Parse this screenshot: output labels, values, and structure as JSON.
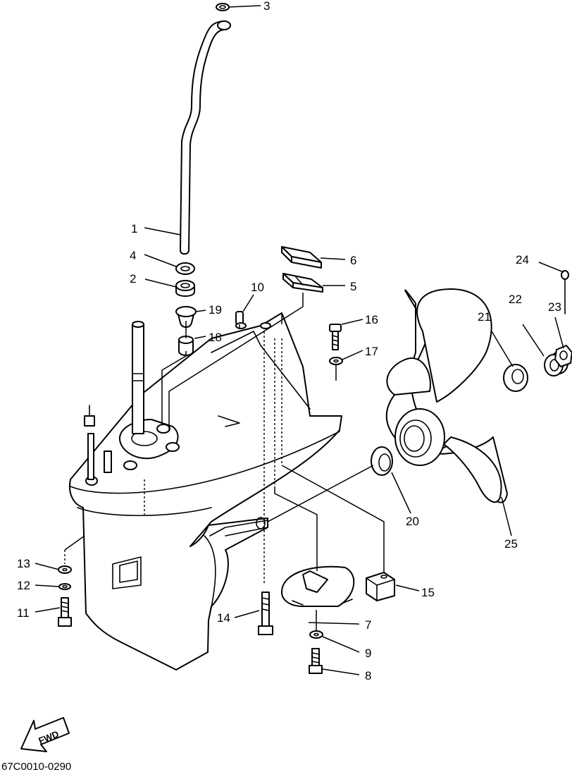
{
  "callouts": {
    "c1": "1",
    "c2": "2",
    "c3": "3",
    "c4": "4",
    "c5": "5",
    "c6": "6",
    "c7": "7",
    "c8": "8",
    "c9": "9",
    "c10": "10",
    "c11": "11",
    "c12": "12",
    "c13": "13",
    "c14": "14",
    "c15": "15",
    "c16": "16",
    "c17": "17",
    "c18": "18",
    "c19": "19",
    "c20": "20",
    "c21": "21",
    "c22": "22",
    "c23": "23",
    "c24": "24",
    "c25": "25"
  },
  "direction_label": "FWD",
  "diagram_code": "67C0010-0290"
}
